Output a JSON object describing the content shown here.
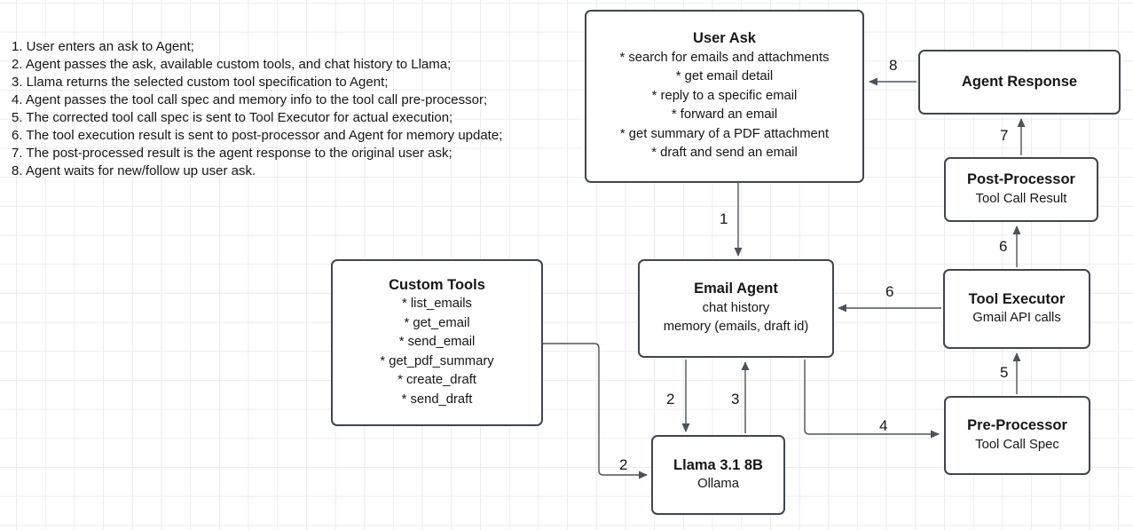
{
  "notes": {
    "items": [
      "1. User enters an ask to Agent;",
      "2. Agent passes the ask, available custom tools, and chat history to Llama;",
      "3. Llama returns the selected custom tool specification to Agent;",
      "4. Agent passes the tool call spec and memory info to the tool call pre-processor;",
      "5. The corrected tool call spec is sent to Tool Executor for actual execution;",
      "6. The tool execution result is sent to post-processor and Agent for memory update;",
      "7. The post-processed result is the agent response to the original user ask;",
      "8. Agent waits for new/follow up user ask."
    ]
  },
  "nodes": {
    "user_ask": {
      "title": "User Ask",
      "items": [
        "* search for emails and attachments",
        "* get email detail",
        "* reply to a specific email",
        "* forward an email",
        "* get summary of a PDF attachment",
        "* draft and send an email"
      ]
    },
    "agent_response": {
      "title": "Agent Response"
    },
    "post_processor": {
      "title": "Post-Processor",
      "subtitle": "Tool Call Result"
    },
    "tool_executor": {
      "title": "Tool Executor",
      "subtitle": "Gmail API calls"
    },
    "pre_processor": {
      "title": "Pre-Processor",
      "subtitle": "Tool Call Spec"
    },
    "email_agent": {
      "title": "Email Agent",
      "lines": [
        "chat history",
        "memory (emails, draft id)"
      ]
    },
    "custom_tools": {
      "title": "Custom Tools",
      "items": [
        "* list_emails",
        "* get_email",
        "* send_email",
        "* get_pdf_summary",
        "* create_draft",
        "* send_draft"
      ]
    },
    "llama": {
      "title": "Llama 3.1 8B",
      "subtitle": "Ollama"
    }
  },
  "edge_labels": {
    "step1": "1",
    "step2_agent": "2",
    "step2_tools": "2",
    "step3": "3",
    "step4": "4",
    "step5": "5",
    "step6_post": "6",
    "step6_agent": "6",
    "step7": "7",
    "step8": "8"
  },
  "colors": {
    "node_border": "#40464c",
    "connector": "#4d5358",
    "grid": "#ececec",
    "text": "#161616"
  }
}
